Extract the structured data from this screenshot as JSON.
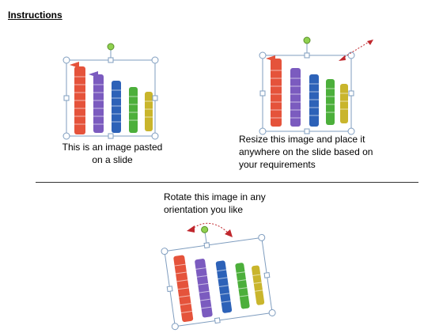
{
  "title": "Instructions",
  "panels": [
    {
      "caption_lines": [
        "This is an image pasted",
        "on a slide"
      ]
    },
    {
      "caption_lines": [
        "Resize this image and place it",
        "anywhere on the slide based on",
        "your requirements"
      ]
    },
    {
      "caption_lines": [
        "Rotate this image in any",
        "orientation you like"
      ]
    }
  ],
  "colors": {
    "selection_border": "#7f9dbf",
    "rotate_handle": "#8fd14f",
    "arrow": "#c0272d",
    "spring_colors": [
      "#e5533b",
      "#7b5bbf",
      "#2d62b8",
      "#4caf3b",
      "#c9b52c"
    ]
  },
  "icons": [
    "rotate-handle-icon",
    "resize-arrow-icon",
    "rotate-arrow-icon"
  ]
}
